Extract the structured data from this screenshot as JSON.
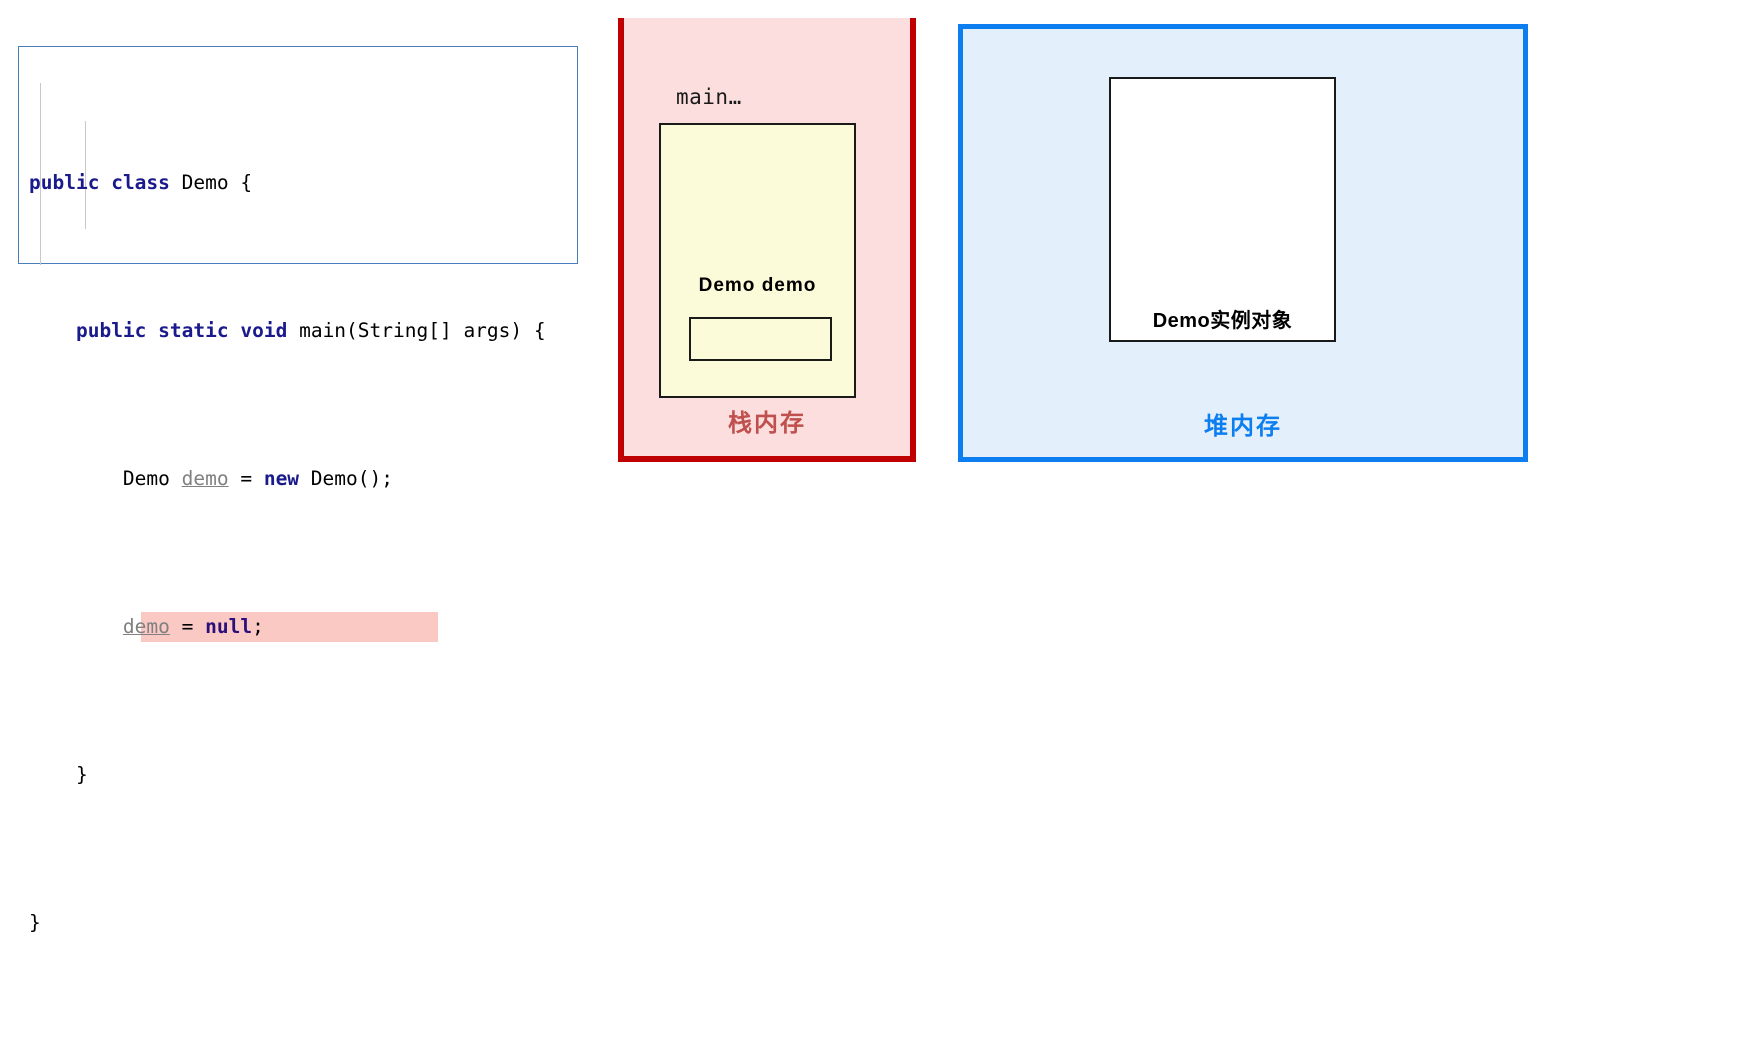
{
  "code_panel": {
    "language": "java",
    "border_color": "#4a7ebb",
    "highlight_color": "#fbc9c4",
    "keyword_color": "#1a1a8c",
    "variable_color": "#808080",
    "lines": [
      {
        "id": "line-1",
        "tokens": [
          {
            "t": "public",
            "k": "kw"
          },
          {
            "t": " ",
            "k": "plain"
          },
          {
            "t": "class",
            "k": "kw"
          },
          {
            "t": " Demo {",
            "k": "plain"
          }
        ],
        "text": "public class Demo {"
      },
      {
        "id": "line-2",
        "tokens": [
          {
            "t": "    ",
            "k": "plain"
          },
          {
            "t": "public",
            "k": "kw"
          },
          {
            "t": " ",
            "k": "plain"
          },
          {
            "t": "static",
            "k": "kw"
          },
          {
            "t": " ",
            "k": "plain"
          },
          {
            "t": "void",
            "k": "kw"
          },
          {
            "t": " main(String[] args) {",
            "k": "plain"
          }
        ],
        "text": "    public static void main(String[] args) {"
      },
      {
        "id": "line-3",
        "tokens": [
          {
            "t": "        Demo ",
            "k": "plain"
          },
          {
            "t": "demo",
            "k": "var"
          },
          {
            "t": " = ",
            "k": "plain"
          },
          {
            "t": "new",
            "k": "kw"
          },
          {
            "t": " Demo();",
            "k": "plain"
          }
        ],
        "text": "        Demo demo = new Demo();"
      },
      {
        "id": "line-4",
        "highlighted": true,
        "tokens": [
          {
            "t": "        ",
            "k": "plain"
          },
          {
            "t": "demo",
            "k": "var"
          },
          {
            "t": " = ",
            "k": "plain"
          },
          {
            "t": "null",
            "k": "kw2"
          },
          {
            "t": ";",
            "k": "plain"
          }
        ],
        "text": "        demo = null;"
      },
      {
        "id": "line-5",
        "tokens": [
          {
            "t": "    }",
            "k": "plain"
          }
        ],
        "text": "    }"
      },
      {
        "id": "line-6",
        "tokens": [
          {
            "t": "}",
            "k": "plain"
          }
        ],
        "text": "}"
      }
    ]
  },
  "stack": {
    "caption": "栈内存",
    "caption_color": "#c0504d",
    "background": "#fbdedd",
    "border_color": "#c00000",
    "frame_label": "main…",
    "frame_background": "#fbfbd9",
    "variable_label": "Demo  demo",
    "variable_value": ""
  },
  "heap": {
    "caption": "堆内存",
    "caption_color": "#0d7ef0",
    "background": "#e3f0fb",
    "border_color": "#0d7ef0",
    "object_label": "Demo实例对象",
    "object_background": "#ffffff"
  }
}
